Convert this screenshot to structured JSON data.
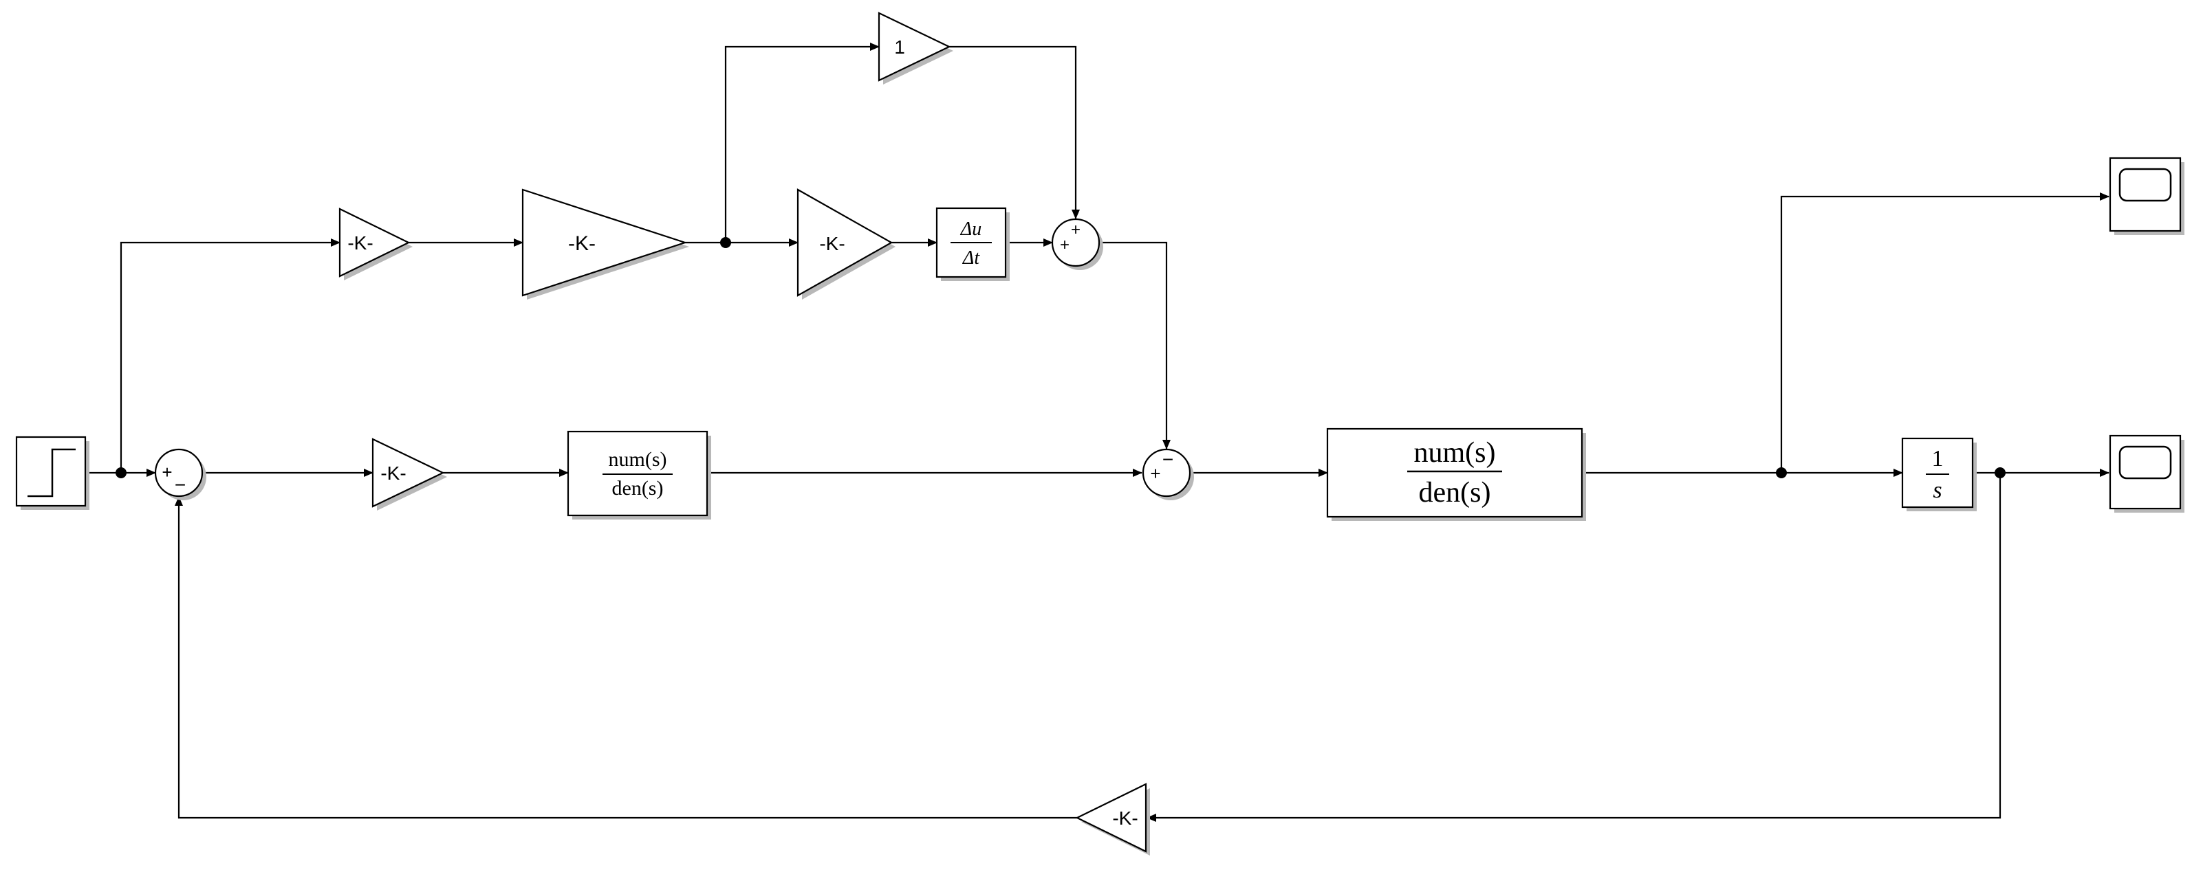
{
  "blocks": {
    "step": {
      "label": ""
    },
    "gain_top_1": {
      "label": "-K-"
    },
    "gain_top_2": {
      "label": "-K-"
    },
    "gain_unity": {
      "label": "1"
    },
    "gain_top_3": {
      "label": "-K-"
    },
    "derivative": {
      "numerator": "Δu",
      "denominator": "Δt"
    },
    "gain_main": {
      "label": "-K-"
    },
    "tf_controller": {
      "numerator": "num(s)",
      "denominator": "den(s)"
    },
    "tf_plant": {
      "numerator": "num(s)",
      "denominator": "den(s)"
    },
    "integrator": {
      "numerator": "1",
      "denominator": "s"
    },
    "gain_feedback": {
      "label": "-K-"
    }
  },
  "sums": {
    "sum_top": {
      "sign_a": "+",
      "sign_b": "+"
    },
    "sum_input": {
      "sign_a": "+",
      "sign_b": "−"
    },
    "sum_middle": {
      "sign_a": "+",
      "sign_b": "−"
    }
  }
}
